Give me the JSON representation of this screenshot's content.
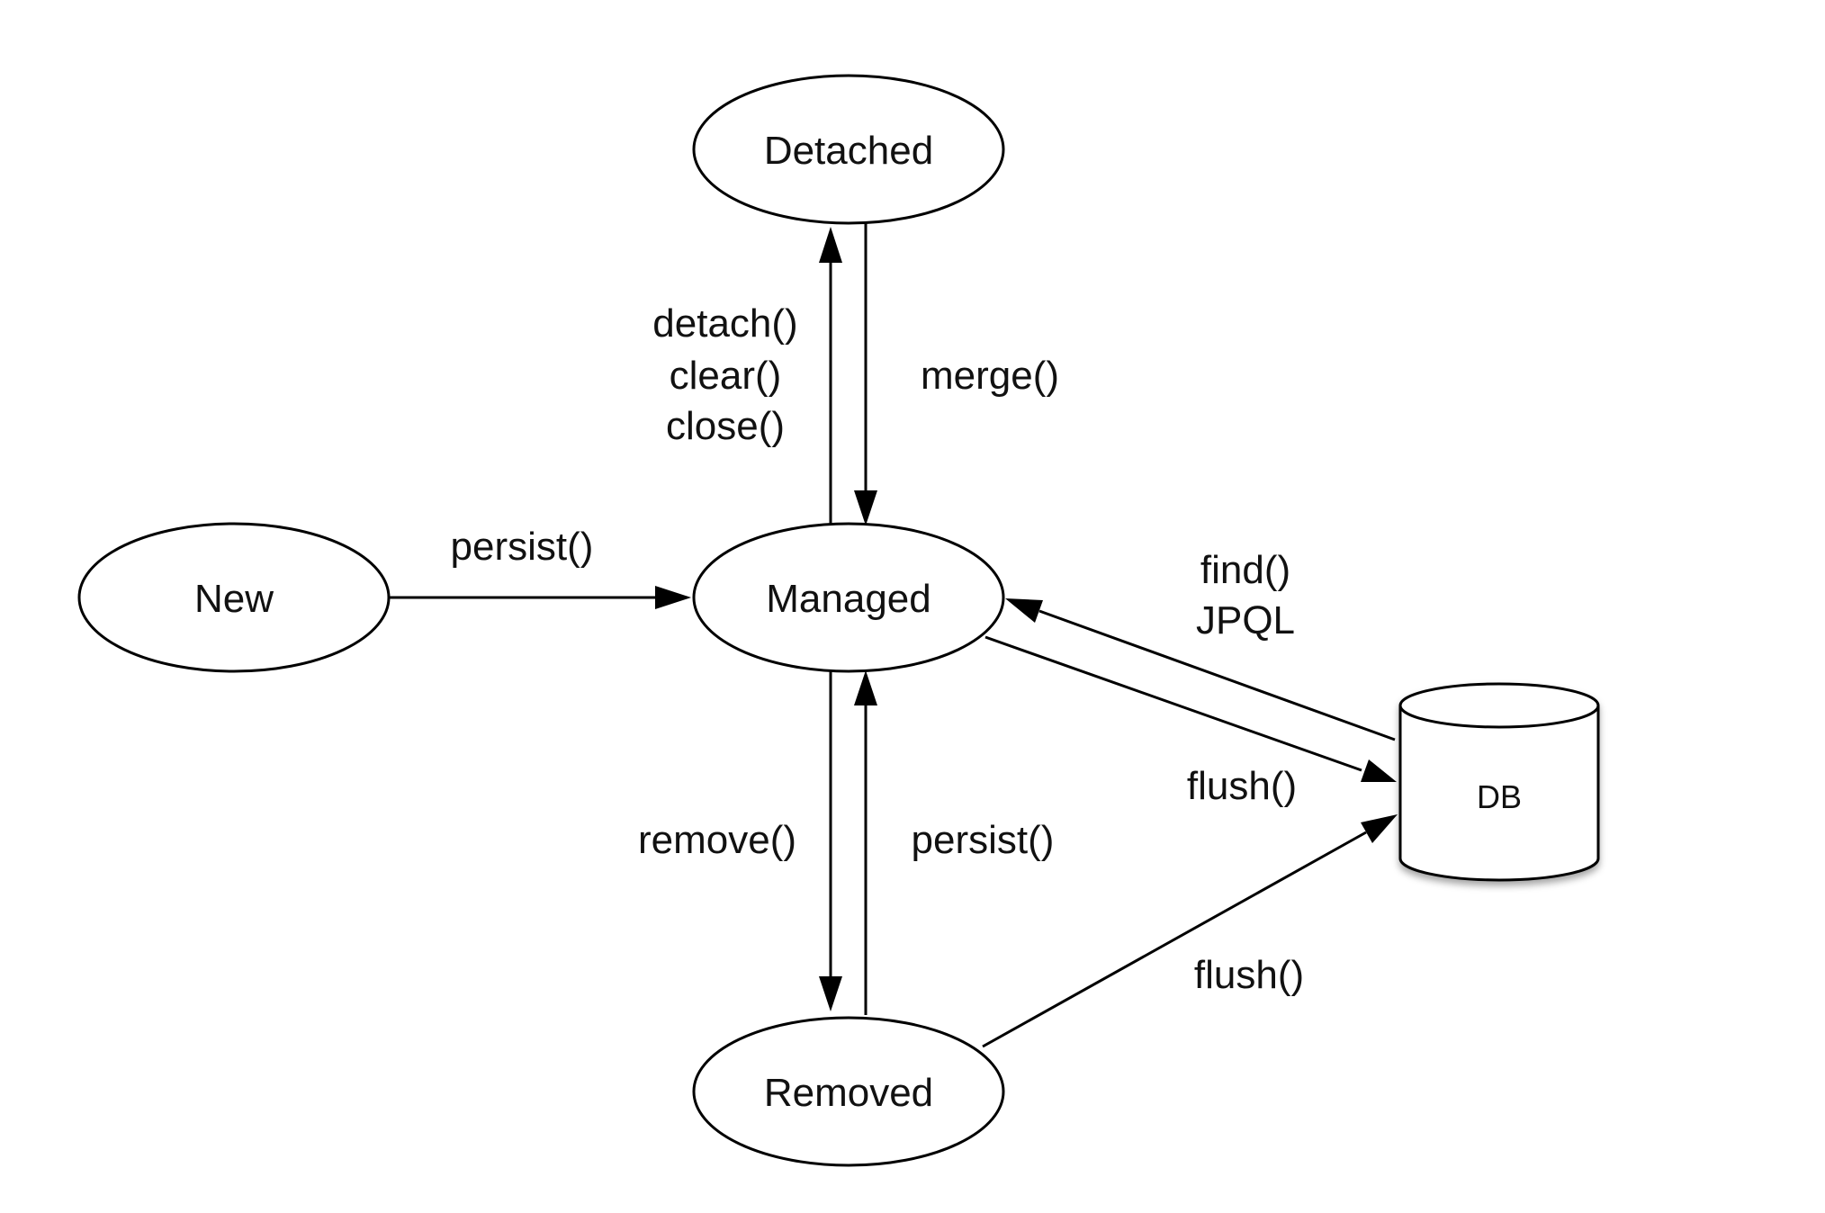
{
  "colors": {
    "stroke": "#000000",
    "text": "#111111",
    "background": "#ffffff"
  },
  "nodes": {
    "detached": "Detached",
    "new": "New",
    "managed": "Managed",
    "removed": "Removed",
    "db": "DB"
  },
  "edges": {
    "detach": [
      "detach()",
      "clear()",
      "close()"
    ],
    "merge": "merge()",
    "persist_new": "persist()",
    "find": [
      "find()",
      "JPQL"
    ],
    "flush_managed": "flush()",
    "remove": "remove()",
    "persist_removed": "persist()",
    "flush_removed": "flush()"
  }
}
